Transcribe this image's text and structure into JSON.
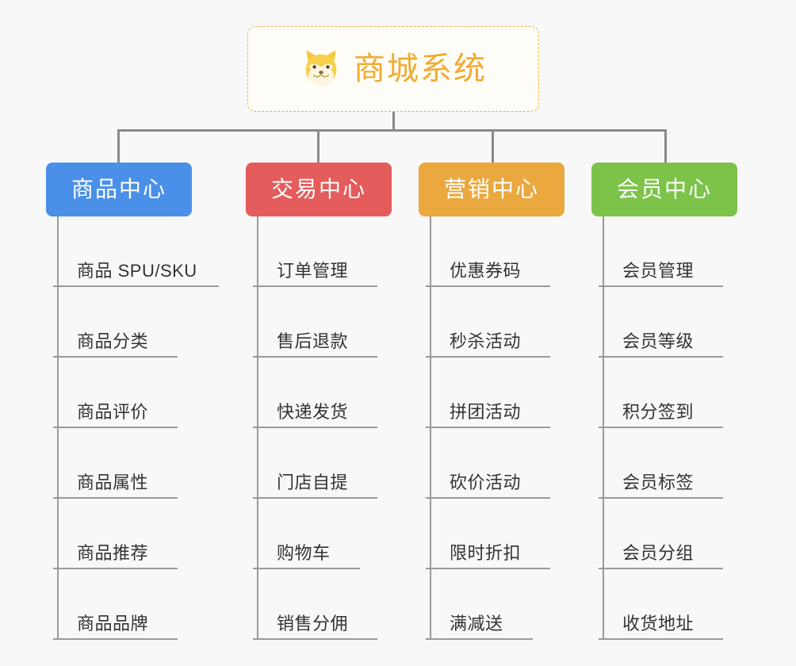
{
  "page": {
    "background_color": "#f8f8f8",
    "line_color": "#8a8a8a"
  },
  "root": {
    "title": "商城系统",
    "icon": "shiba-inu-dog-face-emoji",
    "text_color": "#f0ab32",
    "border_color": "#e9b44c",
    "background_color": "#fffdf7"
  },
  "columns": [
    {
      "label": "商品中心",
      "color": "#4a90e8",
      "items": [
        "商品 SPU/SKU",
        "商品分类",
        "商品评价",
        "商品属性",
        "商品推荐",
        "商品品牌"
      ]
    },
    {
      "label": "交易中心",
      "color": "#e45c5c",
      "items": [
        "订单管理",
        "售后退款",
        "快递发货",
        "门店自提",
        "购物车",
        "销售分佣"
      ]
    },
    {
      "label": "营销中心",
      "color": "#eaa83e",
      "items": [
        "优惠券码",
        "秒杀活动",
        "拼团活动",
        "砍价活动",
        "限时折扣",
        "满减送"
      ]
    },
    {
      "label": "会员中心",
      "color": "#7dc34a",
      "items": [
        "会员管理",
        "会员等级",
        "积分签到",
        "会员标签",
        "会员分组",
        "收货地址"
      ]
    }
  ]
}
